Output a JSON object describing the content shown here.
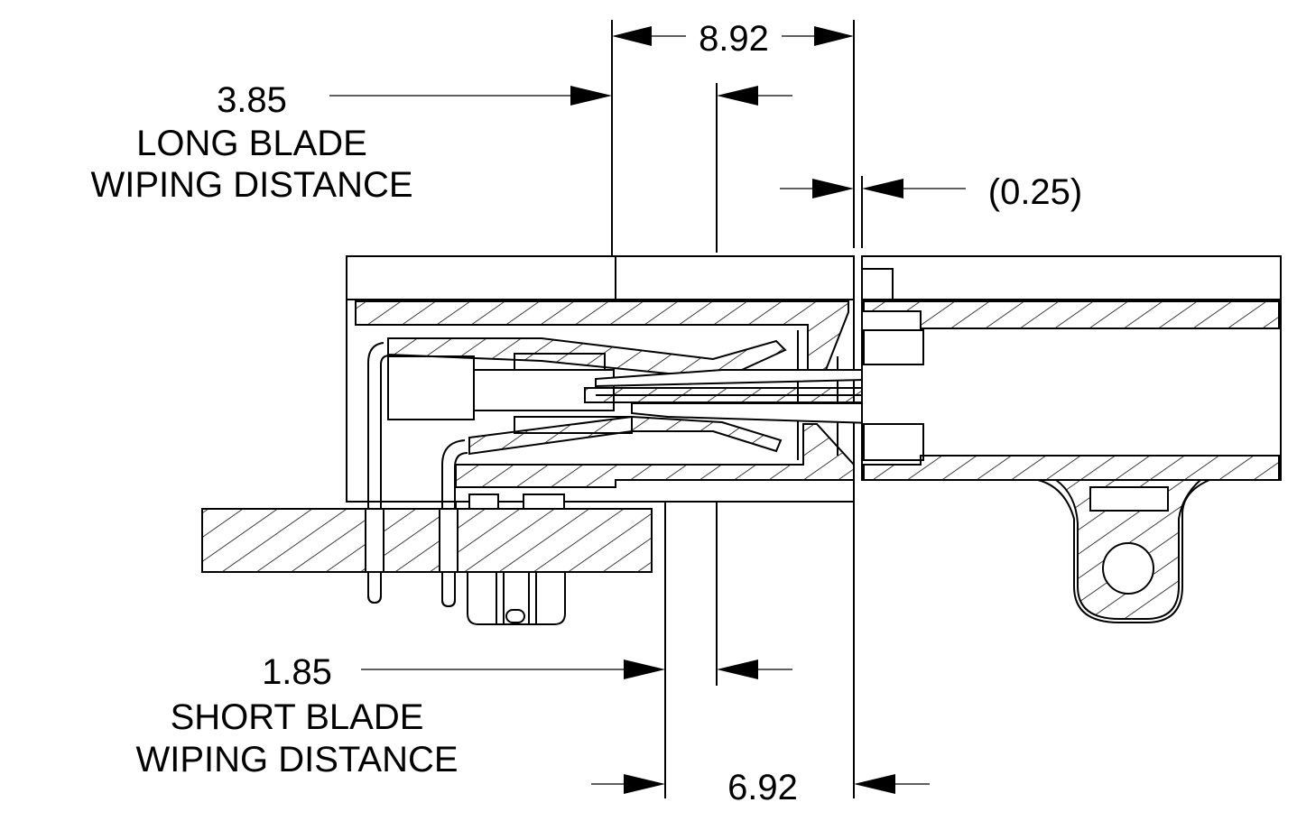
{
  "dimensions": {
    "top_overall": "8.92",
    "long_blade": "3.85",
    "gap": "(0.25)",
    "short_blade": "1.85",
    "bottom_overall": "6.92"
  },
  "notes": {
    "long_blade_line1": "LONG BLADE",
    "long_blade_line2": "WIPING DISTANCE",
    "short_blade_line1": "SHORT BLADE",
    "short_blade_line2": "WIPING DISTANCE"
  },
  "colors": {
    "ink": "#000000",
    "paper": "#ffffff"
  }
}
